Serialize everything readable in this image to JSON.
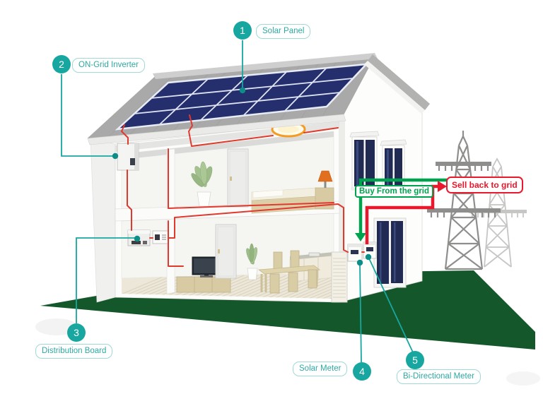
{
  "callouts": [
    {
      "number": "1",
      "label": "Solar Panel"
    },
    {
      "number": "2",
      "label": "ON-Grid Inverter"
    },
    {
      "number": "3",
      "label": "Distribution Board"
    },
    {
      "number": "4",
      "label": "Solar Meter"
    },
    {
      "number": "5",
      "label": "Bi-Directional Meter"
    }
  ],
  "flows": {
    "buy_label": "Buy From the grid",
    "sell_label": "Sell back to grid"
  },
  "colors": {
    "teal": "#17a7a0",
    "teal_dark": "#0c8d87",
    "teal_border": "#a0d9d5",
    "teal_text": "#2fa9a2",
    "green": "#00a34d",
    "red": "#e8182d",
    "wire": "#e0392e",
    "navy": "#262f6d",
    "glass": "#202a52",
    "ground": "#14572a",
    "roof": "#a9a9a9",
    "tan": "#d8cba3",
    "tan_dark": "#c0b28a",
    "orange": "#f59b22"
  }
}
